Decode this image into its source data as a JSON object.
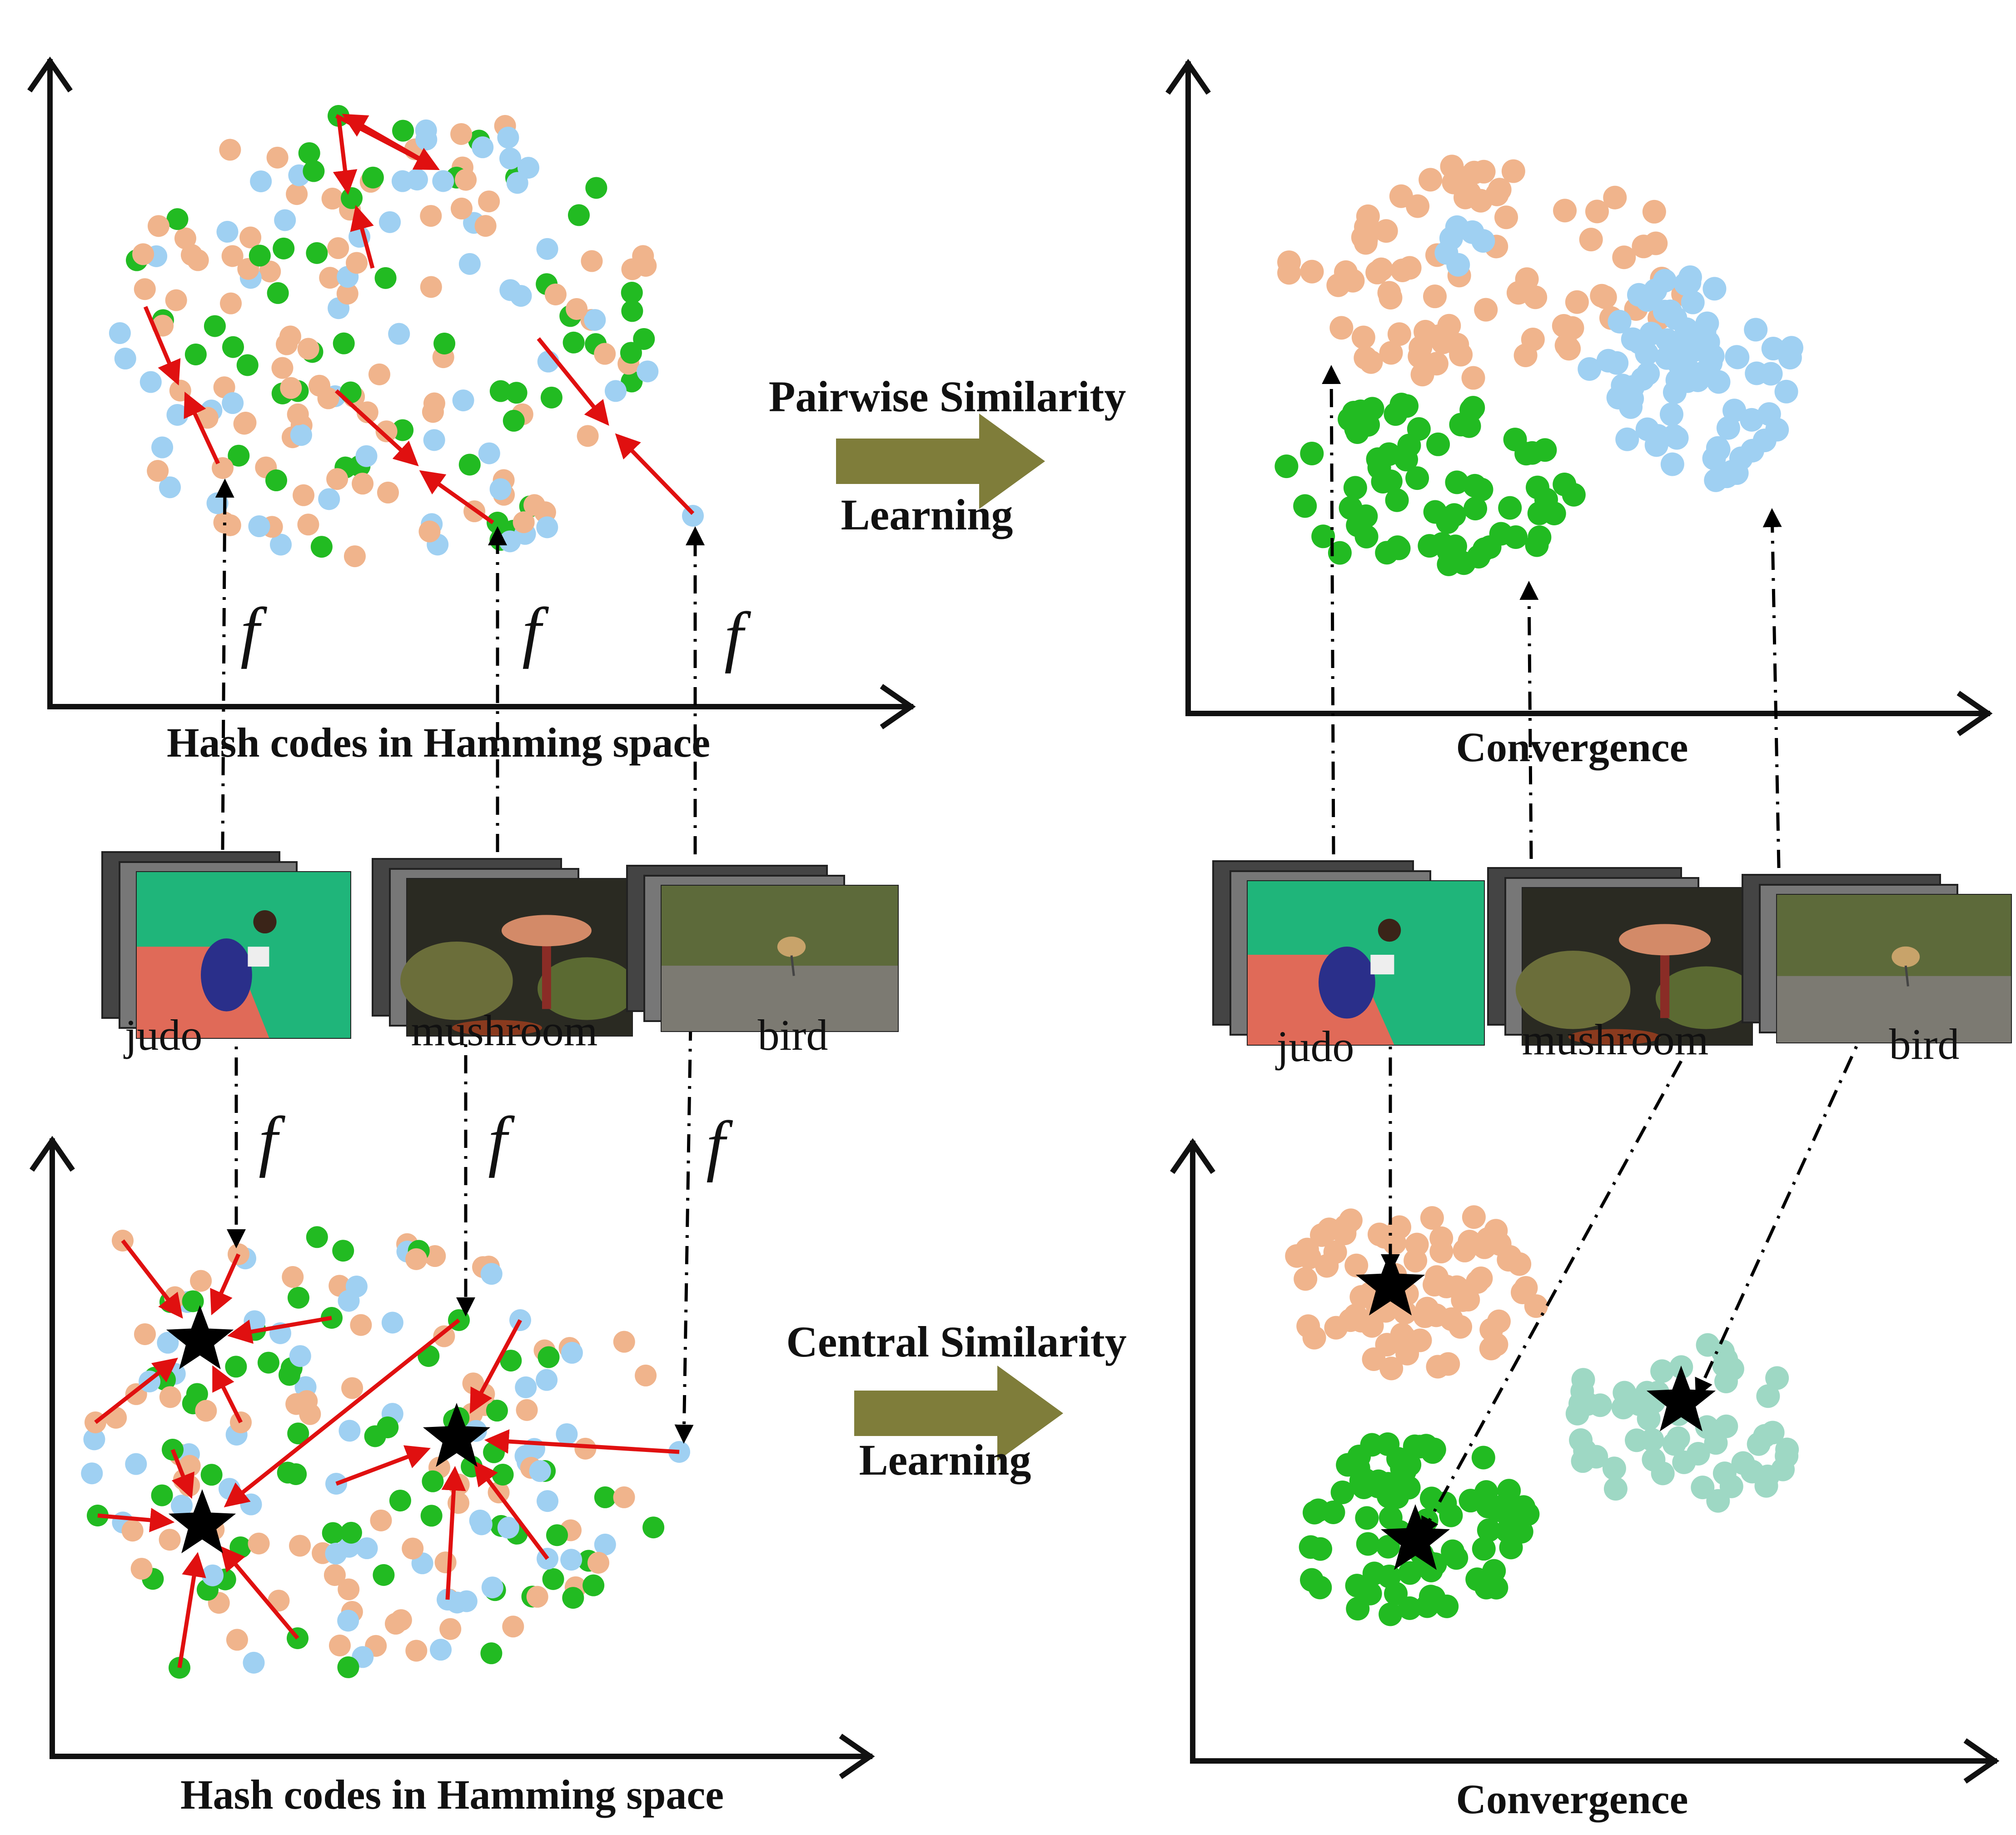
{
  "panels": {
    "top_left": {
      "caption": "Hash codes in Hamming space"
    },
    "top_right": {
      "caption": "Convergence"
    },
    "bottom_left": {
      "caption": "Hash codes in Hamming space"
    },
    "bottom_right": {
      "caption": "Convergence"
    }
  },
  "methods": {
    "pairwise": {
      "line1": "Pairwise Similarity",
      "line2": "Learning"
    },
    "central": {
      "line1": "Central Similarity",
      "line2": "Learning"
    }
  },
  "images": [
    {
      "id": "judo",
      "label": "judo"
    },
    {
      "id": "mushroom",
      "label": "mushroom"
    },
    {
      "id": "bird",
      "label": "bird"
    }
  ],
  "mapping_symbol": "f",
  "colors": {
    "judo": "#f0b48c",
    "mushroom": "#22bb22",
    "bird": "#9fd0f2",
    "bird_cluster": "#9ed8c4",
    "similarity_arrow": "#e01010",
    "method_arrow": "#7f7d3a",
    "axis": "#111111",
    "hash_center": "#000000"
  },
  "icons": {
    "hash_center": "star-icon",
    "mapping": "dash-dot-arrow-icon",
    "method_transition": "block-arrow-icon"
  }
}
